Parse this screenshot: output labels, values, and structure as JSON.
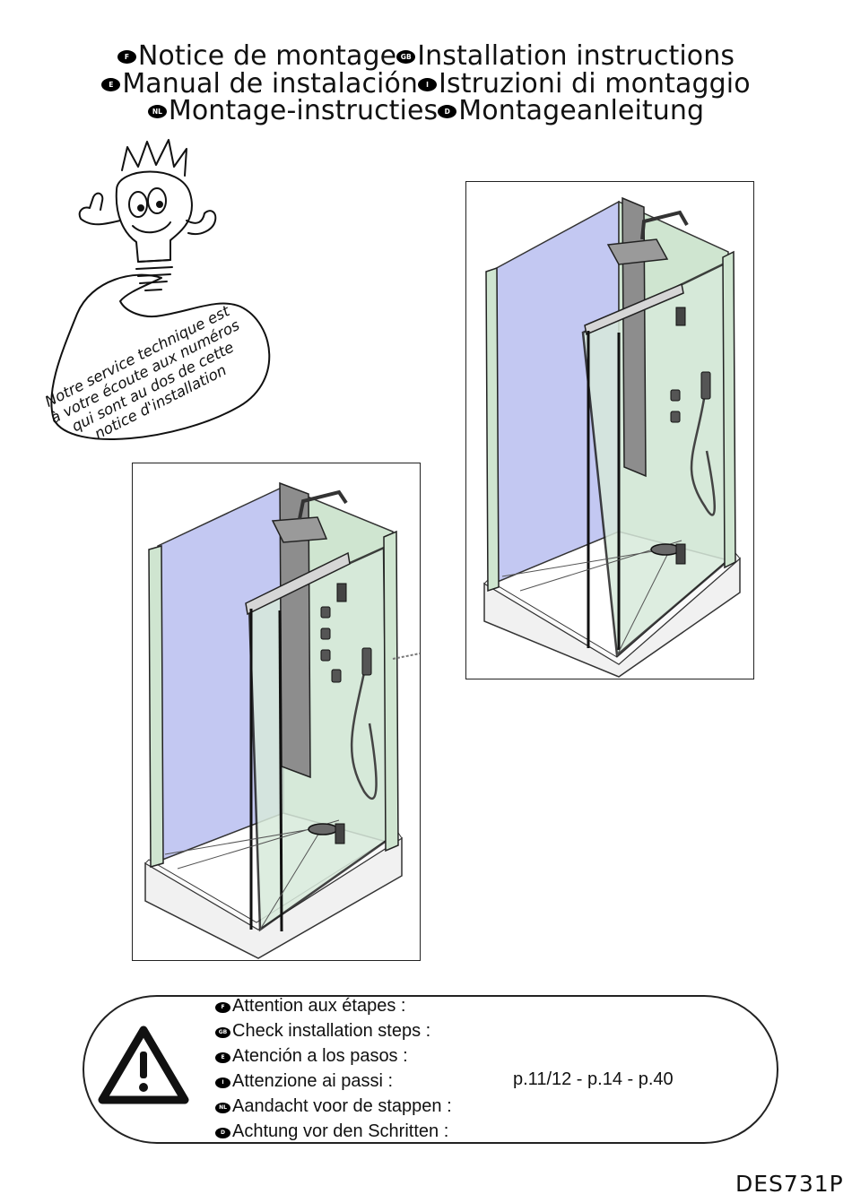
{
  "titles": [
    {
      "left_flag": "F",
      "left_text": "Notice de montage",
      "right_flag": "GB",
      "right_text": "Installation instructions"
    },
    {
      "left_flag": "E",
      "left_text": "Manual de instalación",
      "right_flag": "I",
      "right_text": "Istruzioni di montaggio"
    },
    {
      "left_flag": "NL",
      "left_text": "Montage-instructies",
      "right_flag": "D",
      "right_text": "Montageanleitung"
    }
  ],
  "mascot": {
    "icon": "lightbulb-mascot-icon",
    "speech_lines": [
      "Notre service technique est",
      "à votre écoute aux numéros",
      "qui sont au dos de cette",
      "notice d'installation"
    ]
  },
  "illustrations": [
    {
      "icon": "shower-cabin-illustration-icon"
    },
    {
      "icon": "shower-cabin-illustration-icon"
    }
  ],
  "warning": {
    "icon": "warning-triangle-icon",
    "steps": [
      {
        "flag": "F",
        "text": "Attention aux étapes :"
      },
      {
        "flag": "GB",
        "text": "Check installation steps :"
      },
      {
        "flag": "E",
        "text": "Atención a los pasos :"
      },
      {
        "flag": "I",
        "text": "Attenzione ai passi :"
      },
      {
        "flag": "NL",
        "text": "Aandacht voor de stappen :"
      },
      {
        "flag": "D",
        "text": "Achtung vor den Schritten :"
      }
    ],
    "pages": "p.11/12 - p.14 - p.40"
  },
  "reference_code": "DES731P",
  "colors": {
    "glass_blue": "#c3c8f2",
    "glass_green": "#cfe5d0",
    "panel_grey": "#8d8d8d",
    "tray": "#f1f1f1"
  }
}
